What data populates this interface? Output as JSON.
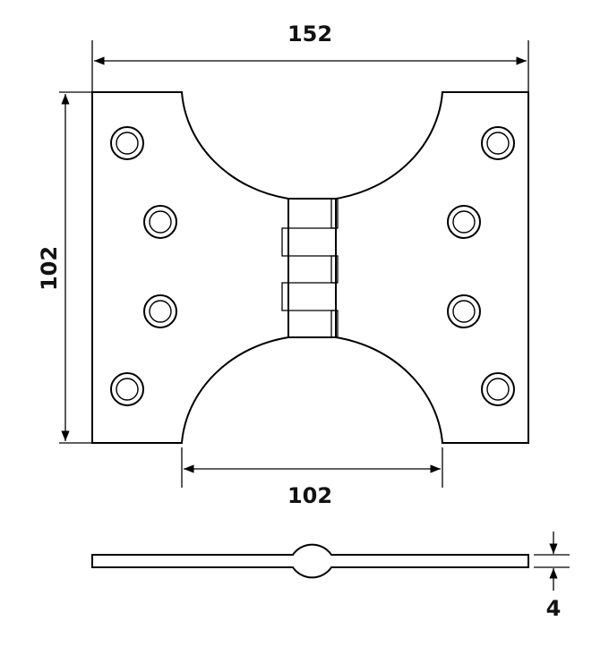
{
  "dimensions": {
    "top_width": "152",
    "left_height": "102",
    "bottom_width": "102",
    "thickness": "4"
  },
  "colors": {
    "line": "#000000",
    "background": "#ffffff"
  }
}
